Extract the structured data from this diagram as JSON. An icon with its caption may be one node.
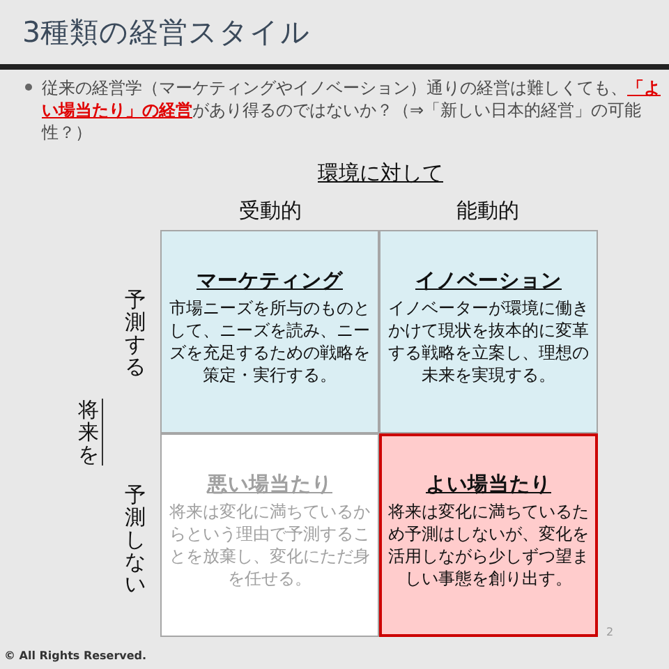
{
  "diagram": {
    "title": "3種類の経営スタイル",
    "nodes": [
      {
        "text": [
          "マーケティング",
          "市場ニーズを所与のものとして、ニーズを読み、ニーズを充足するための戦略を策定・実行する。"
        ]
      },
      {
        "text": [
          "イノベーション",
          "イノベーターが環境に働きかけて現状を抜本的に変革する戦略を立案し、理想の未来を実現する。"
        ]
      },
      {
        "text": [
          "悪い場当たり",
          "将来は変化に満ちているからという理由で予測することを放棄し、変化にただ身を任せる。"
        ]
      },
      {
        "text": [
          "よい場当たり",
          "将来は変化に満ちているため予測はしないが、変化を活用しながら少しずつ望ましい事態を創り出す。"
        ]
      }
    ],
    "labels": [
      "従来の経営学（マーケティングやイノベーション）通りの経営は難しくても、**「よい場当たり」の経営**があり得るのではないか？（⇒「新しい日本的経営」の可能性？）",
      "環境に対して",
      "受動的",
      "能動的",
      "予測する",
      "将来を",
      "予測しない",
      "2",
      "© All Rights Reserved."
    ]
  }
}
